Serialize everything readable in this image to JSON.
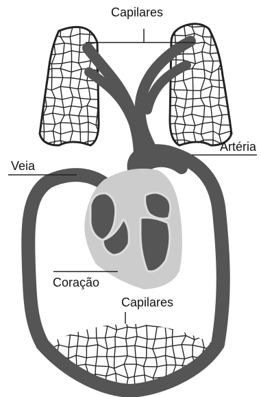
{
  "labels": {
    "capillaries_top": "Capilares",
    "artery": "Artéria",
    "vein": "Veia",
    "heart": "Coração",
    "capillaries_bottom": "Capilares"
  },
  "colors": {
    "vessel": "#555555",
    "heart_background": "#cccccc",
    "chamber_outline": "#dddddd",
    "capillary_mesh": "#222222",
    "text": "#111111"
  }
}
